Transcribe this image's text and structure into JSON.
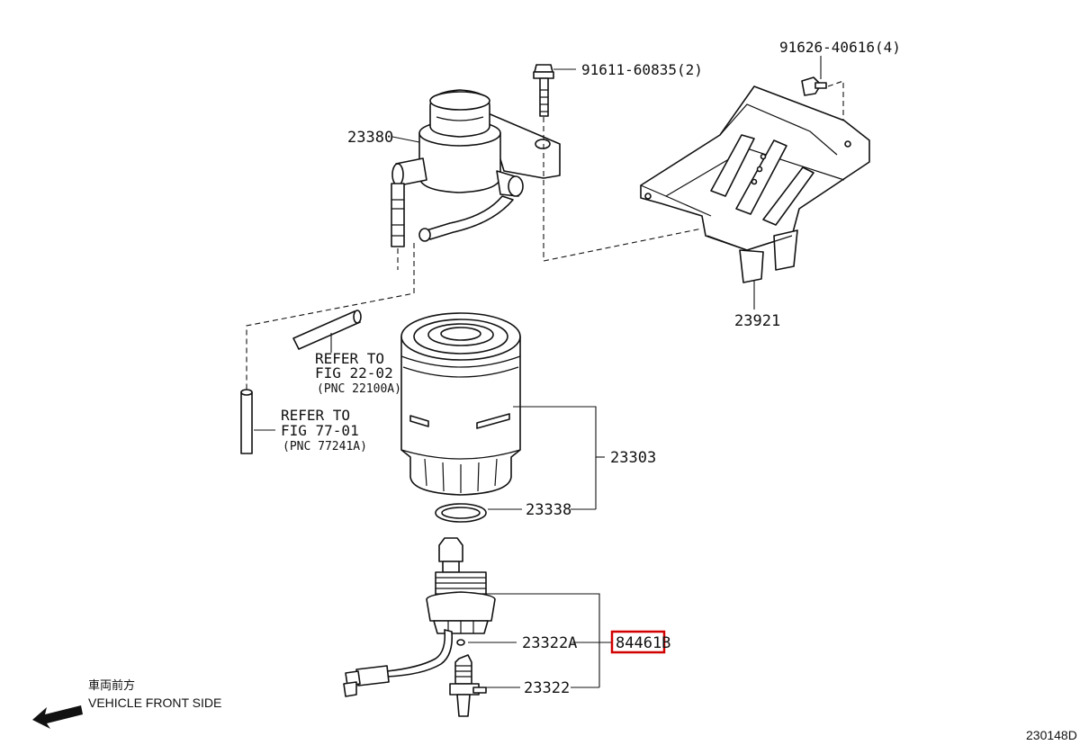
{
  "diagram": {
    "labels": {
      "bolt_top": "91611-60835(2)",
      "bolt_bracket": "91626-40616(4)",
      "pump_head": "23380",
      "bracket": "23921",
      "refer_1_line1": "REFER TO",
      "refer_1_line2": "FIG 22-02",
      "refer_1_line3": "(PNC 22100A)",
      "refer_2_line1": "REFER TO",
      "refer_2_line2": "FIG 77-01",
      "refer_2_line3": "(PNC 77241A)",
      "filter": "23303",
      "gasket": "23338",
      "oring": "23322A",
      "plug": "23322",
      "sensor": "84461B",
      "direction_jp": "車両前方",
      "direction_en": "VEHICLE FRONT SIDE",
      "figure_id": "230148D"
    },
    "highlight_color": "#d10000"
  }
}
